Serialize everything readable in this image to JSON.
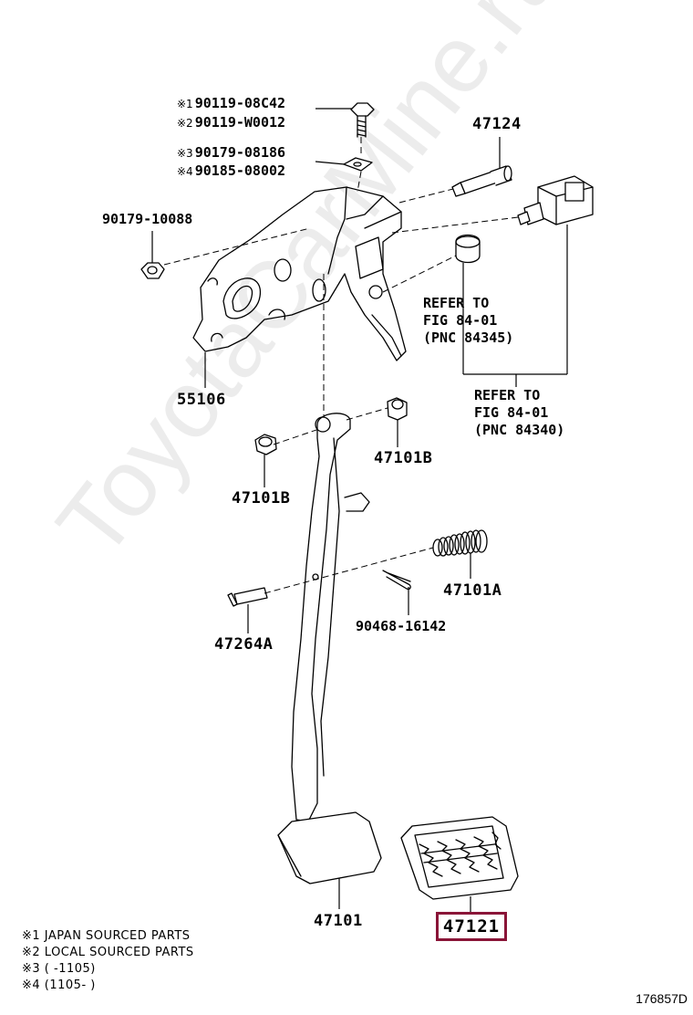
{
  "diagram": {
    "parts": {
      "bolt_1": {
        "mark": "※1",
        "number": "90119-08C42"
      },
      "bolt_2": {
        "mark": "※2",
        "number": "90119-W0012"
      },
      "washer_3": {
        "mark": "※3",
        "number": "90179-08186"
      },
      "washer_4": {
        "mark": "※4",
        "number": "90185-08002"
      },
      "nut": "90179-10088",
      "stop_bolt": "47124",
      "bracket": "55106",
      "bushing_left": "47101B",
      "bushing_right": "47101B",
      "spring": "47101A",
      "clip": "90468-16142",
      "pin": "47264A",
      "pedal": "47101",
      "pedal_pad": "47121"
    },
    "refs": [
      {
        "line1": "REFER TO",
        "line2": "FIG 84-01",
        "line3": "(PNC 84345)"
      },
      {
        "line1": "REFER TO",
        "line2": "FIG 84-01",
        "line3": "(PNC 84340)"
      }
    ],
    "notes": [
      "※1 JAPAN SOURCED PARTS",
      "※2 LOCAL SOURCED PARTS",
      "※3 (      -1105)",
      "※4 (1105-      )"
    ],
    "watermark": "ToyotaCarMine.ru",
    "figure_number": "176857D",
    "highlight_color": "#8a1538"
  }
}
